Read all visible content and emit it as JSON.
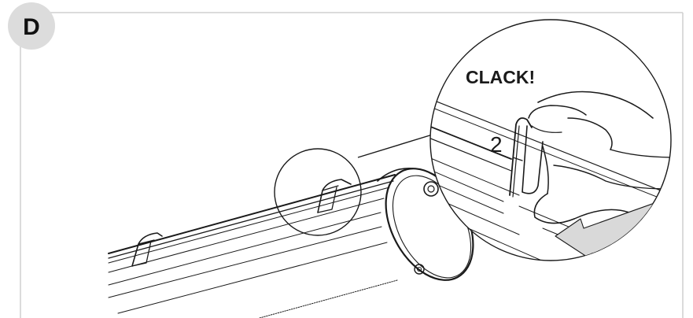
{
  "step": {
    "label": "D"
  },
  "callout": {
    "sound_text": "CLACK!",
    "step_number": "2"
  },
  "colors": {
    "line": "#1a1a1a",
    "badge_bg": "#dcdcdc",
    "frame_border": "#cfcfcf",
    "arrow_fill": "#d9d9d9"
  }
}
